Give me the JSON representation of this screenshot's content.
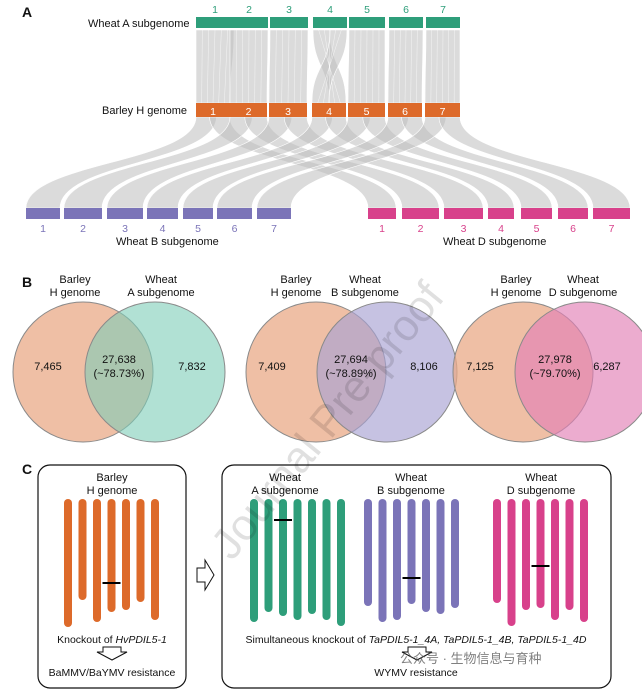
{
  "colors": {
    "wheat_a": "#2e9e7a",
    "barley": "#dd6a2a",
    "wheat_b": "#7b74b8",
    "wheat_d": "#d8418b",
    "link": "#bdbdbd",
    "venn_barley": "#e9a987",
    "venn_a": "#7dcdb7",
    "venn_b": "#a7a2d3",
    "venn_d": "#e27fb5",
    "text": "#111111"
  },
  "panelA": {
    "label": "A",
    "wheat_a_label": "Wheat A subgenome",
    "barley_label": "Barley H genome",
    "wheat_b_label": "Wheat B subgenome",
    "wheat_d_label": "Wheat D subgenome",
    "chromosomes": [
      "1",
      "2",
      "3",
      "4",
      "5",
      "6",
      "7"
    ]
  },
  "panelB": {
    "label": "B",
    "venns": [
      {
        "left_line1": "Barley",
        "left_line2": "H genome",
        "right_line1": "Wheat",
        "right_line2": "A subgenome",
        "left_only": "7,465",
        "shared": "27,638",
        "percent": "(~78.73%)",
        "right_only": "7,832"
      },
      {
        "left_line1": "Barley",
        "left_line2": "H genome",
        "right_line1": "Wheat",
        "right_line2": "B subgenome",
        "left_only": "7,409",
        "shared": "27,694",
        "percent": "(~78.89%)",
        "right_only": "8,106"
      },
      {
        "left_line1": "Barley",
        "left_line2": "H genome",
        "right_line1": "Wheat",
        "right_line2": "D subgenome",
        "left_only": "7,125",
        "shared": "27,978",
        "percent": "(~79.70%)",
        "right_only": "6,287"
      }
    ]
  },
  "panelC": {
    "label": "C",
    "barley_title_line1": "Barley",
    "barley_title_line2": "H genome",
    "barley_knockout_prefix": "Knockout of ",
    "barley_knockout_gene": "HvPDIL5-1",
    "barley_result": "BaMMV/BaYMV resistance",
    "wheat": [
      {
        "line1": "Wheat",
        "line2": "A subgenome"
      },
      {
        "line1": "Wheat",
        "line2": "B subgenome"
      },
      {
        "line1": "Wheat",
        "line2": "D subgenome"
      }
    ],
    "wheat_knockout_prefix": "Simultaneous knockout of ",
    "wheat_knockout_genes": "TaPDIL5-1_4A, TaPDIL5-1_4B, TaPDIL5-1_4D",
    "wheat_result": "WYMV resistance"
  },
  "watermark": "Journal Pre-proof",
  "footer_watermark": "公众号 · 生物信息与育种"
}
